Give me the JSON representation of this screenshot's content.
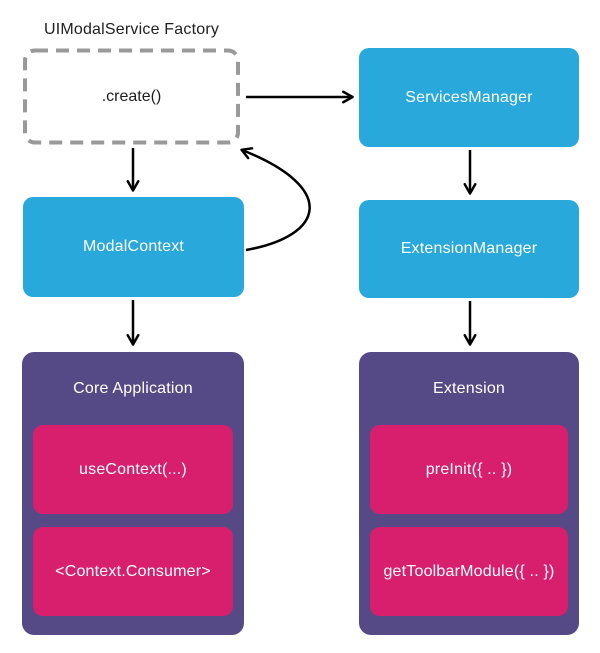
{
  "diagram": {
    "factory": {
      "title": "UIModalService Factory",
      "create_label": ".create()"
    },
    "nodes": {
      "services_manager": "ServicesManager",
      "modal_context": "ModalContext",
      "extension_manager": "ExtensionManager"
    },
    "containers": {
      "core_application": {
        "title": "Core Application",
        "items": [
          "useContext(...)",
          "<Context.Consumer>"
        ]
      },
      "extension": {
        "title": "Extension",
        "items": [
          "preInit({ .. })",
          "getToolbarModule({ .. })"
        ]
      }
    },
    "edges": [
      "create -> ServicesManager",
      "create -> ModalContext",
      "ModalContext -> create (loop back)",
      "ModalContext -> Core Application",
      "ServicesManager -> ExtensionManager",
      "ExtensionManager -> Extension"
    ],
    "colors": {
      "node_cyan": "#29a8dc",
      "container_purple": "#564a86",
      "item_pink": "#d81f6e",
      "dashed_border_gray": "#999999",
      "arrow_black": "#000000",
      "text_light": "#ffffff",
      "text_dark": "#212121",
      "background": "#ffffff"
    }
  }
}
